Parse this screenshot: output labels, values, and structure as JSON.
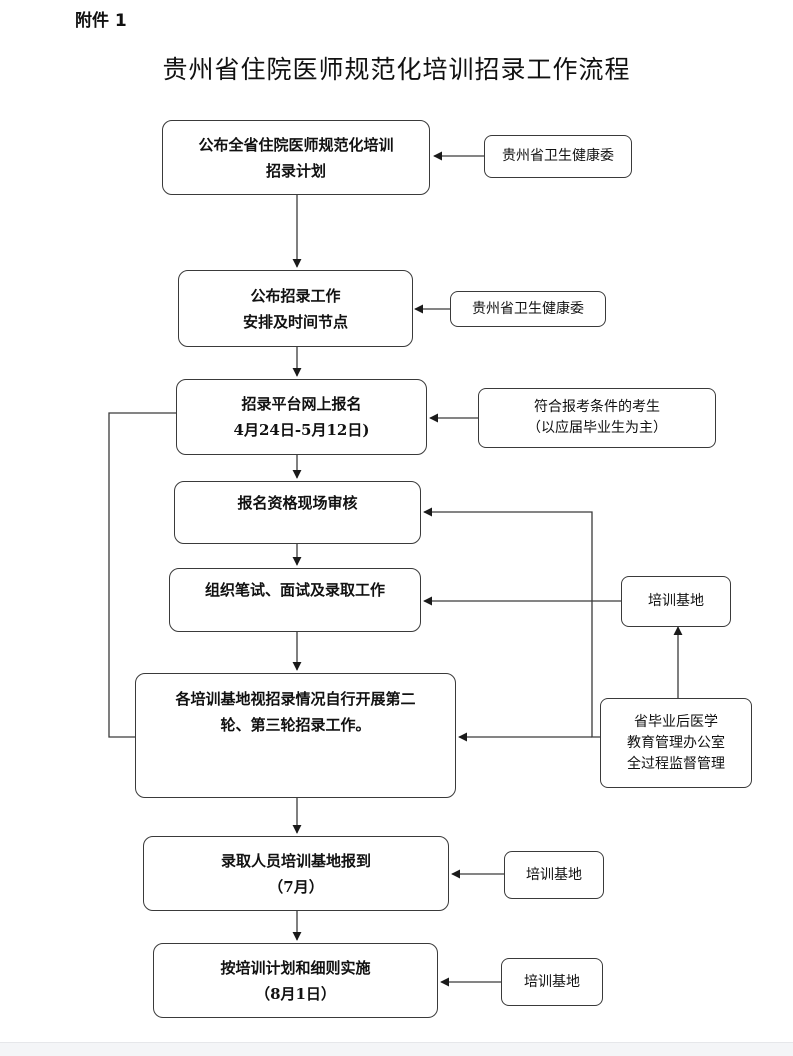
{
  "attachment_label": "附件 1",
  "title": "贵州省住院医师规范化培训招录工作流程",
  "steps": [
    {
      "lines": [
        "公布全省住院医师规范化培训",
        "招录计划"
      ]
    },
    {
      "lines": [
        "公布招录工作",
        "安排及时间节点"
      ]
    },
    {
      "lines": [
        "招录平台网上报名",
        "4月24日-5月12日)"
      ]
    },
    {
      "lines": [
        "报名资格现场审核"
      ]
    },
    {
      "lines": [
        "组织笔试、面试及录取工作"
      ]
    },
    {
      "lines": [
        "各培训基地视招录情况自行开展第二",
        "轮、第三轮招录工作。"
      ]
    },
    {
      "lines": [
        "录取人员培训基地报到",
        "（7月）"
      ]
    },
    {
      "lines": [
        "按培训计划和细则实施",
        "（8月1日）"
      ]
    }
  ],
  "side_boxes": {
    "health_commission_1": {
      "lines": [
        "贵州省卫生健康委"
      ]
    },
    "health_commission_2": {
      "lines": [
        "贵州省卫生健康委"
      ]
    },
    "eligible_candidates": {
      "lines": [
        "符合报考条件的考生",
        "（以应届毕业生为主）"
      ]
    },
    "training_base_exam": {
      "lines": [
        "培训基地"
      ]
    },
    "supervision_office": {
      "lines": [
        "省毕业后医学",
        "教育管理办公室",
        "全过程监督管理"
      ]
    },
    "training_base_report": {
      "lines": [
        "培训基地"
      ]
    },
    "training_base_implement": {
      "lines": [
        "培训基地"
      ]
    }
  },
  "colors": {
    "stroke": "#3a3a3a",
    "text": "#111111",
    "background": "#ffffff"
  }
}
